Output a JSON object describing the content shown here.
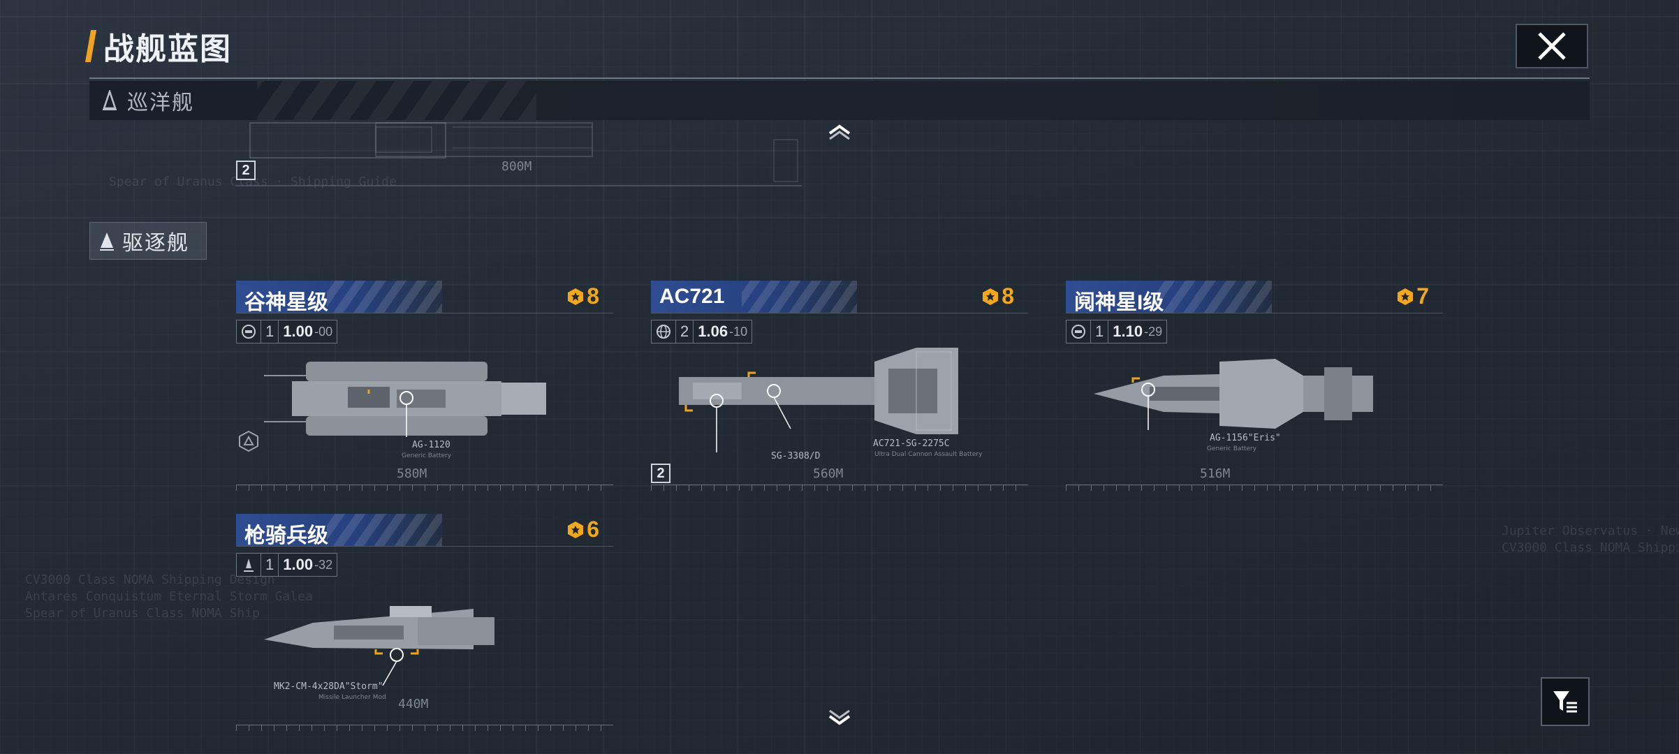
{
  "header": {
    "title": "战舰蓝图"
  },
  "category": {
    "label": "巡洋舰"
  },
  "cruiser_preview": {
    "length": "800M",
    "level": "2"
  },
  "section": {
    "label": "驱逐舰"
  },
  "ships": [
    {
      "name": "谷神星级",
      "rank": "8",
      "stat_count": "1",
      "power": "1.00",
      "delta": "-00",
      "weapon": "AG-1120",
      "weapon_sub": "Generic Battery",
      "length": "580M"
    },
    {
      "name": "AC721",
      "rank": "8",
      "stat_count": "2",
      "power": "1.06",
      "delta": "-10",
      "weapon": "AC721-SG-2275C",
      "weapon_sub": "Ultra Dual Cannon Assault Battery",
      "weapon2": "SG-3308/D",
      "length": "560M",
      "level": "2"
    },
    {
      "name": "阋神星I级",
      "rank": "7",
      "stat_count": "1",
      "power": "1.10",
      "delta": "-29",
      "weapon": "AG-1156\"Eris\"",
      "weapon_sub": "Generic Battery",
      "length": "516M"
    },
    {
      "name": "枪骑兵级",
      "rank": "6",
      "stat_count": "1",
      "power": "1.00",
      "delta": "-32",
      "weapon": "MK2-CM-4x28DA\"Storm\"",
      "weapon_sub": "Missile Launcher Mod",
      "length": "440M"
    }
  ],
  "colors": {
    "accent": "#f0a322",
    "rank": "#f2a81e",
    "card_header": "#2f4d91"
  },
  "icons": {
    "close": "close-icon",
    "filter": "filter-icon",
    "scroll_up": "chevron-up-icon",
    "scroll_down": "chevron-down-icon"
  }
}
